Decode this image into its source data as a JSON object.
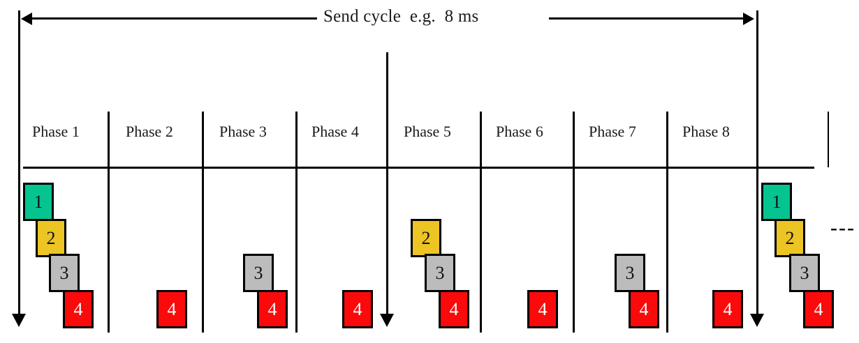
{
  "diagram": {
    "title": "Send cycle  e.g.  8 ms",
    "continuation_marker": "---",
    "colors": {
      "block_1": "#06c48f",
      "block_2": "#ecc423",
      "block_3": "#bcbcbc",
      "block_4": "#fa0a0a",
      "line": "#000000",
      "background": "#ffffff"
    },
    "phases": [
      {
        "label": "Phase 1",
        "blocks": [
          "1",
          "2",
          "3",
          "4"
        ]
      },
      {
        "label": "Phase 2",
        "blocks": [
          "4"
        ]
      },
      {
        "label": "Phase 3",
        "blocks": [
          "3",
          "4"
        ]
      },
      {
        "label": "Phase 4",
        "blocks": [
          "4"
        ]
      },
      {
        "label": "Phase 5",
        "blocks": [
          "2",
          "3",
          "4"
        ]
      },
      {
        "label": "Phase 6",
        "blocks": [
          "4"
        ]
      },
      {
        "label": "Phase 7",
        "blocks": [
          "3",
          "4"
        ]
      },
      {
        "label": "Phase 8",
        "blocks": [
          "4"
        ]
      }
    ],
    "next_cycle": {
      "blocks": [
        "1",
        "2",
        "3",
        "4"
      ]
    },
    "block_labels": {
      "one": "1",
      "two": "2",
      "three": "3",
      "four": "4"
    }
  }
}
